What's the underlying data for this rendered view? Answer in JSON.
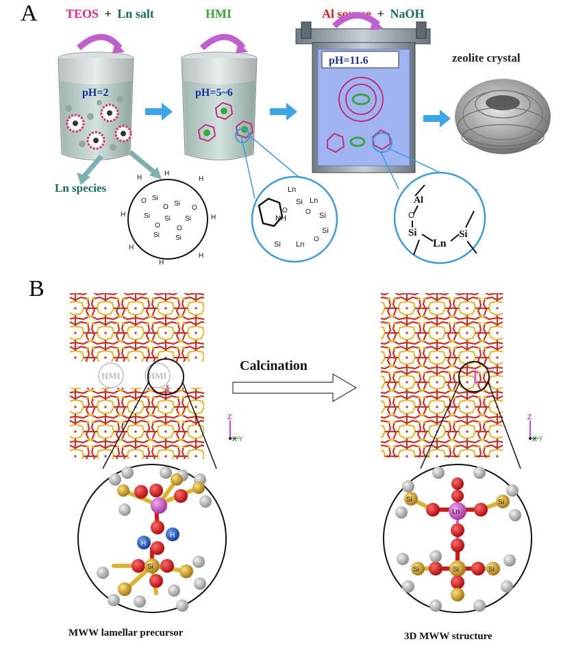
{
  "panel_a": {
    "letter": "A",
    "step1": {
      "reagent1": "TEOS",
      "plus": "+",
      "reagent2": "Ln salt",
      "ph": "pH=2"
    },
    "step2": {
      "reagent": "HMI",
      "ph": "pH=5~6"
    },
    "step3": {
      "reagent1": "Al source",
      "plus": "+",
      "reagent2": "NaOH",
      "ph": "pH=11.6"
    },
    "step4": {
      "product": "zeolite crystal"
    },
    "ln_species": "Ln species",
    "silica_atoms": {
      "si": "Si",
      "o": "O",
      "h": "H"
    },
    "zoom1": {
      "ln": "Ln",
      "si": "Si",
      "o": "O",
      "nh": "NH"
    },
    "zoom2": {
      "al": "Al",
      "si": "Si",
      "ln": "Ln",
      "o": "O"
    }
  },
  "panel_b": {
    "letter": "B",
    "arrow_label": "Calcination",
    "hmi1": "HMI",
    "hmi2": "HMI",
    "axis": {
      "z": "Z",
      "y": "Y",
      "x": "X"
    },
    "left_caption": "MWW lamellar precursor",
    "right_caption": "3D MWW structure",
    "atom_labels": {
      "si": "Si",
      "ln": "Ln",
      "h": "H"
    }
  },
  "colors": {
    "teos": "#e8238c",
    "ln_salt": "#1a6b5f",
    "hmi": "#3aa63a",
    "al_source": "#e02020",
    "ph": "#1530a0",
    "arrow_blue": "#3aa6e8",
    "curl": "#c060d0",
    "framework_o": "#d42a1e",
    "framework_si": "#e8b420",
    "ln_atom": "#d060c8",
    "o_atom": "#d81818",
    "h_atom": "#2060c0",
    "si_atom": "#e0b030",
    "grey_atom": "#b0b0b0"
  }
}
